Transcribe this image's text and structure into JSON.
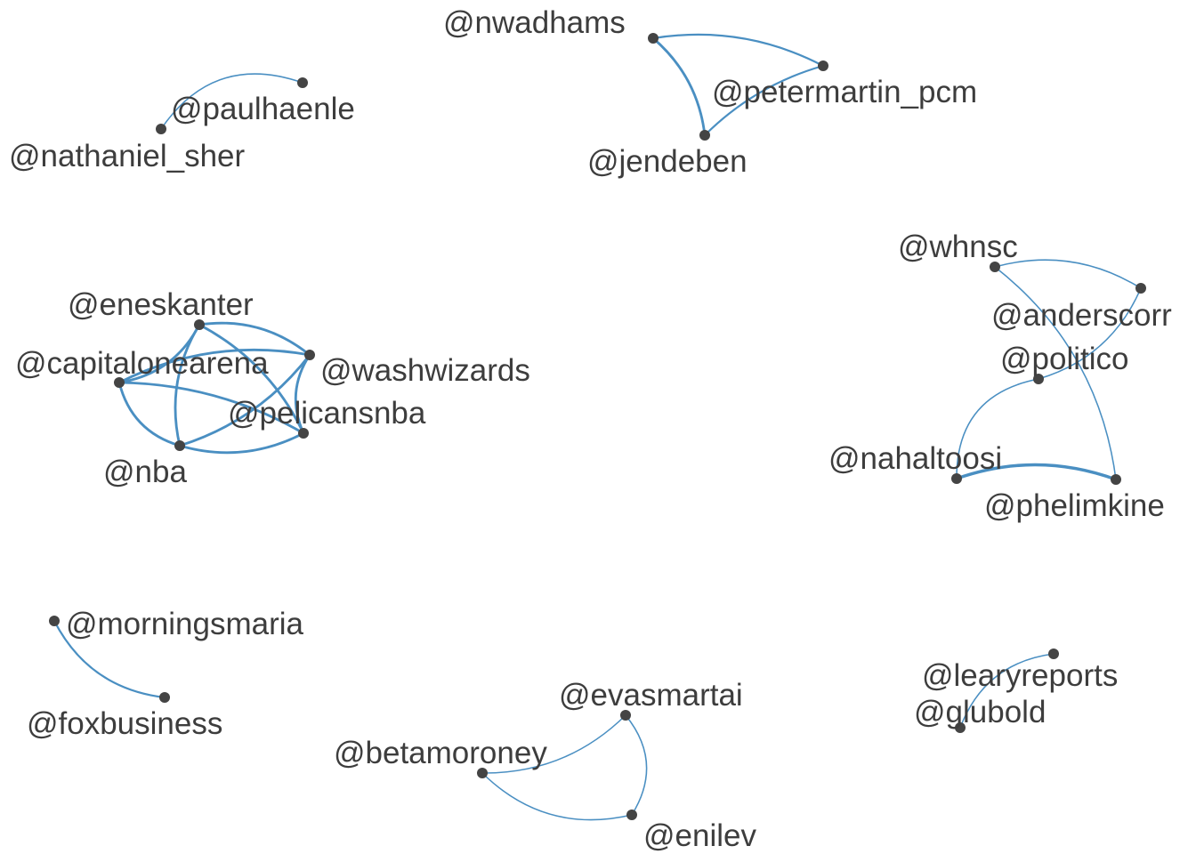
{
  "nodes": [
    {
      "id": "nwadhams",
      "label": "@nwadhams"
    },
    {
      "id": "petermartin_pcm",
      "label": "@petermartin_pcm"
    },
    {
      "id": "jendeben",
      "label": "@jendeben"
    },
    {
      "id": "paulhaenle",
      "label": "@paulhaenle"
    },
    {
      "id": "nathaniel_sher",
      "label": "@nathaniel_sher"
    },
    {
      "id": "eneskanter",
      "label": "@eneskanter"
    },
    {
      "id": "capitalonearena",
      "label": "@capitalonearena"
    },
    {
      "id": "washwizards",
      "label": "@washwizards"
    },
    {
      "id": "pelicansnba",
      "label": "@pelicansnba"
    },
    {
      "id": "nba",
      "label": "@nba"
    },
    {
      "id": "whnsc",
      "label": "@whnsc"
    },
    {
      "id": "anderscorr",
      "label": "@anderscorr"
    },
    {
      "id": "politico",
      "label": "@politico"
    },
    {
      "id": "nahaltoosi",
      "label": "@nahaltoosi"
    },
    {
      "id": "phelimkine",
      "label": "@phelimkine"
    },
    {
      "id": "morningsmaria",
      "label": "@morningsmaria"
    },
    {
      "id": "foxbusiness",
      "label": "@foxbusiness"
    },
    {
      "id": "evasmartai",
      "label": "@evasmartai"
    },
    {
      "id": "betamoroney",
      "label": "@betamoroney"
    },
    {
      "id": "enilev",
      "label": "@enilev"
    },
    {
      "id": "learyreports",
      "label": "@learyreports"
    },
    {
      "id": "glubold",
      "label": "@glubold"
    }
  ],
  "edges": [
    {
      "from": "nwadhams",
      "to": "petermartin_pcm",
      "weight": 2
    },
    {
      "from": "petermartin_pcm",
      "to": "jendeben",
      "weight": 2
    },
    {
      "from": "nwadhams",
      "to": "jendeben",
      "weight": 3
    },
    {
      "from": "nathaniel_sher",
      "to": "paulhaenle",
      "weight": 1
    },
    {
      "from": "eneskanter",
      "to": "capitalonearena",
      "weight": 3
    },
    {
      "from": "eneskanter",
      "to": "washwizards",
      "weight": 3
    },
    {
      "from": "eneskanter",
      "to": "pelicansnba",
      "weight": 3
    },
    {
      "from": "eneskanter",
      "to": "nba",
      "weight": 3
    },
    {
      "from": "capitalonearena",
      "to": "washwizards",
      "weight": 3
    },
    {
      "from": "capitalonearena",
      "to": "pelicansnba",
      "weight": 3
    },
    {
      "from": "capitalonearena",
      "to": "nba",
      "weight": 3
    },
    {
      "from": "washwizards",
      "to": "pelicansnba",
      "weight": 3
    },
    {
      "from": "washwizards",
      "to": "nba",
      "weight": 3
    },
    {
      "from": "pelicansnba",
      "to": "nba",
      "weight": 3
    },
    {
      "from": "whnsc",
      "to": "anderscorr",
      "weight": 1
    },
    {
      "from": "whnsc",
      "to": "phelimkine",
      "weight": 1
    },
    {
      "from": "anderscorr",
      "to": "politico",
      "weight": 1
    },
    {
      "from": "politico",
      "to": "nahaltoosi",
      "weight": 1
    },
    {
      "from": "nahaltoosi",
      "to": "phelimkine",
      "weight": 4
    },
    {
      "from": "morningsmaria",
      "to": "foxbusiness",
      "weight": 2
    },
    {
      "from": "betamoroney",
      "to": "evasmartai",
      "weight": 1
    },
    {
      "from": "evasmartai",
      "to": "enilev",
      "weight": 1
    },
    {
      "from": "betamoroney",
      "to": "enilev",
      "weight": 1
    },
    {
      "from": "glubold",
      "to": "learyreports",
      "weight": 1
    }
  ],
  "colors": {
    "edge": "#4a8fc2",
    "node": "#444444",
    "label": "#3d3d3d",
    "background": "#ffffff"
  }
}
